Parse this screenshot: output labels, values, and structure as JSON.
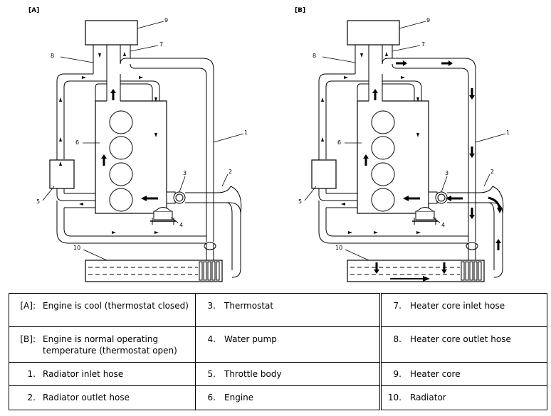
{
  "panels": [
    {
      "tag": "[A]",
      "callouts": {
        "c1": "1",
        "c2": "2",
        "c3": "3",
        "c4": "4",
        "c5": "5",
        "c6": "6",
        "c7": "7",
        "c8": "8",
        "c9": "9",
        "c10": "10"
      }
    },
    {
      "tag": "[B]",
      "callouts": {
        "c1": "1",
        "c2": "2",
        "c3": "3",
        "c4": "4",
        "c5": "5",
        "c6": "6",
        "c7": "7",
        "c8": "8",
        "c9": "9",
        "c10": "10"
      }
    }
  ],
  "legend": [
    [
      {
        "num": "[A]:",
        "text": "Engine is cool (thermostat closed)"
      },
      {
        "num": "3.",
        "text": "Thermostat"
      },
      {
        "num": "7.",
        "text": "Heater core inlet hose"
      }
    ],
    [
      {
        "num": "[B]:",
        "text": "Engine is normal operating temperature (thermostat open)"
      },
      {
        "num": "4.",
        "text": "Water pump"
      },
      {
        "num": "8.",
        "text": "Heater core outlet hose"
      }
    ],
    [
      {
        "num": "1.",
        "text": "Radiator inlet hose"
      },
      {
        "num": "5.",
        "text": "Throttle body"
      },
      {
        "num": "9.",
        "text": "Heater core"
      }
    ],
    [
      {
        "num": "2.",
        "text": "Radiator outlet hose"
      },
      {
        "num": "6.",
        "text": "Engine"
      },
      {
        "num": "10.",
        "text": "Radiator"
      }
    ]
  ]
}
